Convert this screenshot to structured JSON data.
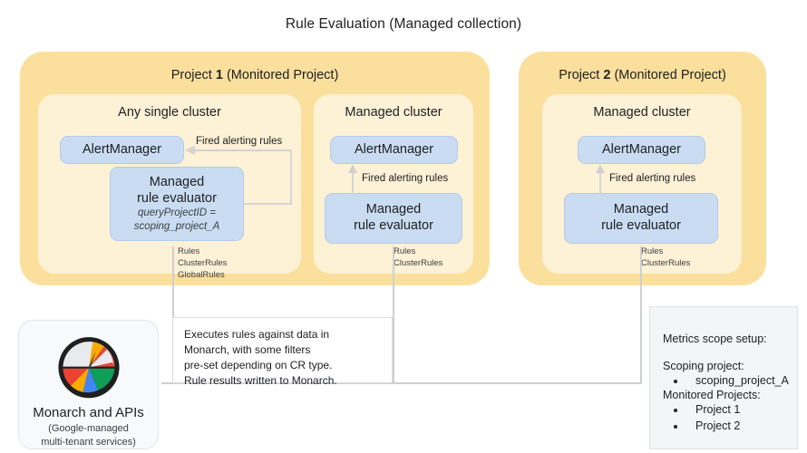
{
  "title": "Rule Evaluation (Managed collection)",
  "projects": [
    {
      "title_prefix": "Project ",
      "number": "1",
      "title_suffix": " (Monitored Project)",
      "clusters": [
        {
          "title": "Any single cluster",
          "alertmanager": "AlertManager",
          "evaluator_title": "Managed\nrule evaluator",
          "evaluator_sub": "queryProjectID =\nscoping_project_A",
          "edge_label": "Fired alerting rules",
          "rules_caption": "Rules\nClusterRules\nGlobalRules"
        },
        {
          "title": "Managed cluster",
          "alertmanager": "AlertManager",
          "evaluator_title": "Managed\nrule evaluator",
          "evaluator_sub": "",
          "edge_label": "Fired alerting rules",
          "rules_caption": "Rules\nClusterRules"
        }
      ]
    },
    {
      "title_prefix": "Project ",
      "number": "2",
      "title_suffix": " (Monitored Project)",
      "clusters": [
        {
          "title": "Managed cluster",
          "alertmanager": "AlertManager",
          "evaluator_title": "Managed\nrule evaluator",
          "evaluator_sub": "",
          "edge_label": "Fired alerting rules",
          "rules_caption": "Rules\nClusterRules"
        }
      ]
    }
  ],
  "monarch": {
    "label": "Monarch and APIs",
    "sublabel": "(Google-managed\nmulti-tenant services)",
    "icon": "monarch-gauge-icon"
  },
  "annotation": {
    "text": "Executes rules against data in\nMonarch, with some filters\npre-set depending on CR type.\nRule results written to Monarch."
  },
  "scope_panel": {
    "heading": "Metrics scope setup:",
    "scoping_label": "Scoping project:",
    "scoping_items": [
      "scoping_project_A"
    ],
    "monitored_label": "Monitored Projects:",
    "monitored_items": [
      "Project 1",
      "Project 2"
    ]
  },
  "colors": {
    "band": "#fbdf9c",
    "cluster": "#fdf1d6",
    "node": "#c9dcf2",
    "panel": "#f4f5f7",
    "connector": "#d4d4d4"
  }
}
